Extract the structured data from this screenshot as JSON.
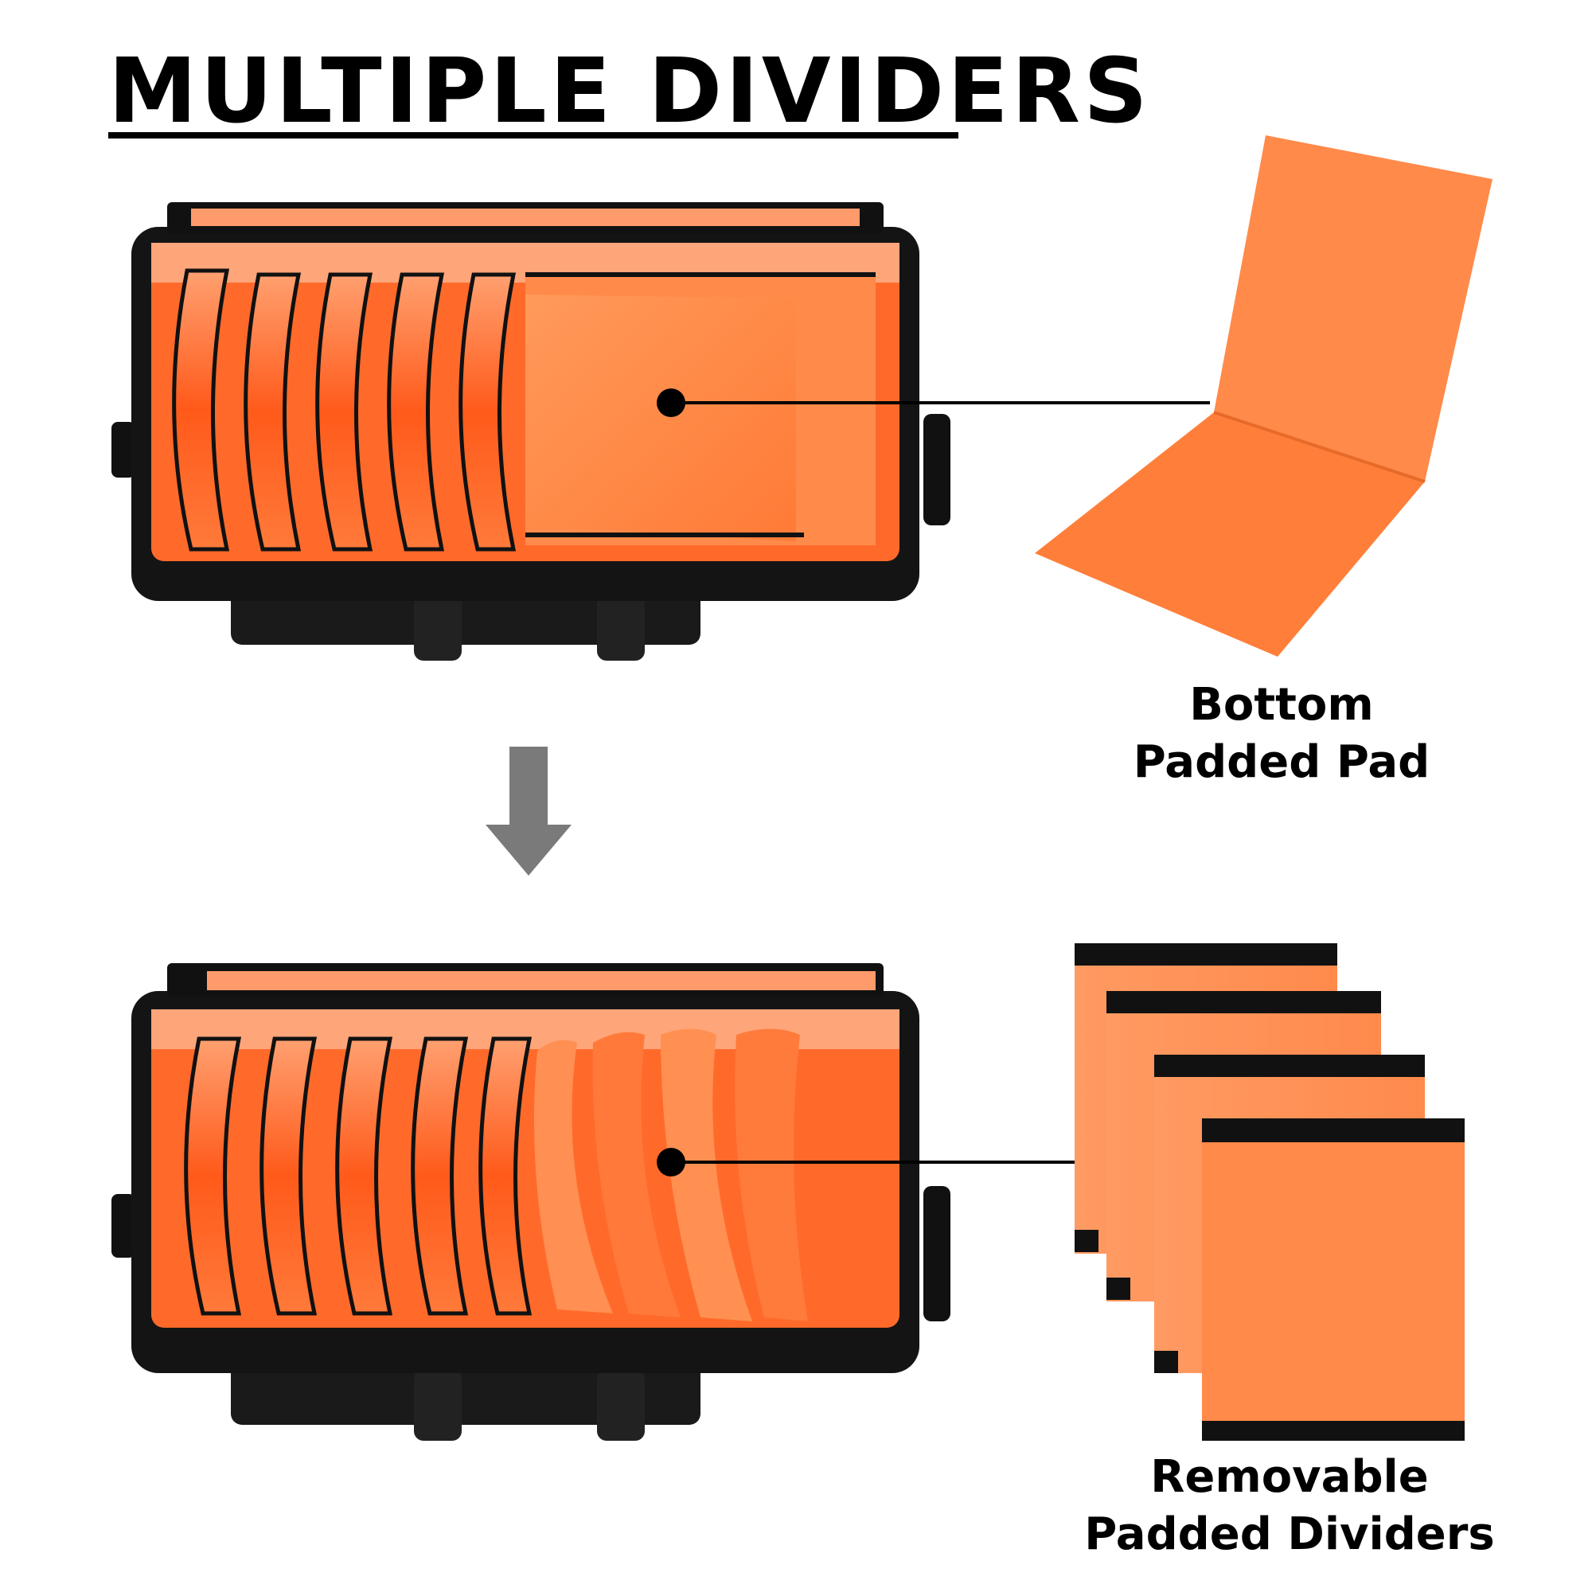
{
  "heading": "MULTIPLE DIVIDERS",
  "callouts": {
    "bottom_pad": {
      "line1": "Bottom",
      "line2": "Padded Pad"
    },
    "dividers": {
      "line1": "Removable",
      "line2": "Padded Dividers"
    }
  },
  "colors": {
    "bag_black": "#141414",
    "lining_orange": "#ff5a1a",
    "pad_orange": "#ff8a4a",
    "arrow_gray": "#7a7a7a"
  },
  "icons": {
    "flow_arrow": "arrow-down-icon"
  }
}
